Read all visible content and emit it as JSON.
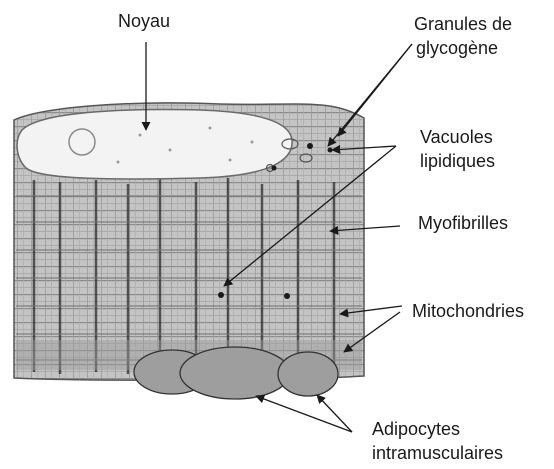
{
  "labels": {
    "noyau": "Noyau",
    "granules_line1": "Granules de",
    "granules_line2": "glycogène",
    "vacuoles_line1": "Vacuoles",
    "vacuoles_line2": "lipidiques",
    "myofibrilles": "Myofibrilles",
    "mitochondries": "Mitochondries",
    "adipocytes_line1": "Adipocytes",
    "adipocytes_line2": "intramusculaires"
  },
  "colors": {
    "background": "#ffffff",
    "text": "#1a1a1a",
    "arrow": "#1a1a1a",
    "nucleus_fill": "#f2f2f2",
    "fiber_fill": "#bdbdbd",
    "fiber_stripe_dark": "#333333",
    "adipocyte_fill": "#9e9e9e",
    "adipocyte_stroke": "#333333"
  }
}
